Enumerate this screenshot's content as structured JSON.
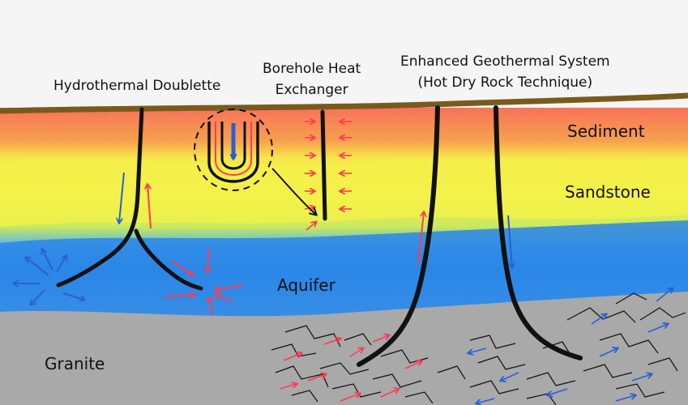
{
  "titles": {
    "hydrothermal": "Hydrothermal Doublette",
    "borehole_line1": "Borehole Heat",
    "borehole_line2": "Exchanger",
    "egs_line1": "Enhanced Geothermal System",
    "egs_line2": "(Hot Dry Rock Technique)"
  },
  "layers": {
    "sediment": "Sediment",
    "sandstone": "Sandstone",
    "aquifer": "Aquifer",
    "granite": "Granite"
  },
  "colors": {
    "surface": "#7a5a1c",
    "sediment": "#f36d4a",
    "sandstone": "#f3ef46",
    "aquifer": "#2a86e6",
    "granite": "#a8a8a8",
    "hot_arrow": "#ff3a55",
    "cold_arrow": "#2a5fd6",
    "pipe": "#111111"
  }
}
